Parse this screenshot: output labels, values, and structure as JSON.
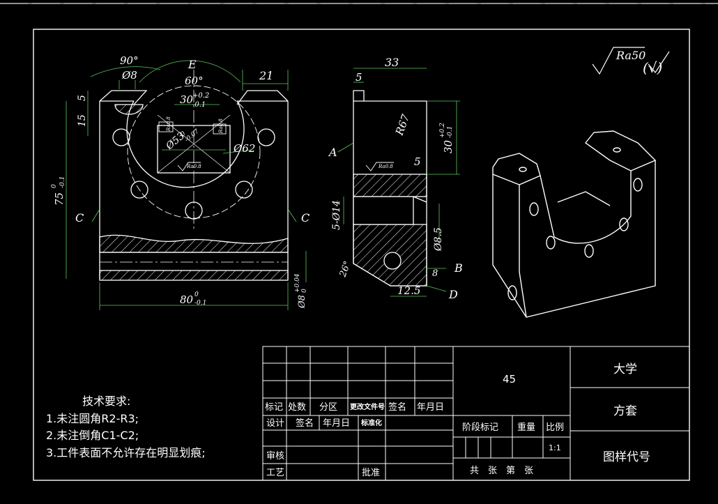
{
  "top_menu_strip": "",
  "views": {
    "front": {
      "dim_90": "90°",
      "dim_d8": "Ø8",
      "label_E": "E",
      "dim_60": "60°",
      "dim_21": "21",
      "dim_5": "5",
      "dim_15": "15",
      "dim_30": "30",
      "dim_30_tol_up": "+0.2",
      "dim_30_tol_dn": "-0.1",
      "dim_d53": "Ø53",
      "dim_d53_tol": "-0.07",
      "dim_d53_tol0": "0",
      "dim_d62": "Ø62",
      "dim_75": "75",
      "dim_75_tol": "-0.1",
      "dim_75_tol0": "0",
      "dim_80": "80",
      "dim_80_tol": "-0.1",
      "dim_80_tol0": "0",
      "dim_d8_bottom": "Ø8",
      "dim_d8_bottom_tol": "+0.04",
      "dim_d8_bottom_tol0": "0",
      "label_C_left": "C",
      "label_C_right": "C",
      "ra_small_1": "Ra0.8",
      "ra_small_2": "Ra0.8",
      "ra_small_3": "Ra0.8"
    },
    "side": {
      "dim_33": "33",
      "dim_5": "5",
      "dim_R67": "R67",
      "dim_30": "30",
      "dim_30_tol_up": "+0.2",
      "dim_30_tol_dn": "-0.1",
      "label_A": "A",
      "ra_small": "Ra0.8",
      "dim_5b": "5",
      "dim_5_d14": "5-Ø14",
      "dim_d8_5": "Ø8.5",
      "dim_26": "26°",
      "dim_8": "8",
      "dim_12_5": "12.5",
      "label_B": "B",
      "label_D": "D"
    },
    "roughness": {
      "label": "Ra50",
      "check": "(√)"
    }
  },
  "tech_req": {
    "title": "技术要求:",
    "items": [
      "1.未注圆角R2-R3;",
      "2.未注倒角C1-C2;",
      "3.工件表面不允许存在明显划痕;"
    ]
  },
  "title_block": {
    "material": "45",
    "school": "大学",
    "drawing_name": "方套",
    "drawing_code": "图样代号",
    "row_headers": [
      "标记",
      "处数",
      "分区",
      "更改文件号",
      "签名",
      "年月日"
    ],
    "design_row": [
      "设计",
      "签名",
      "年月日",
      "标准化"
    ],
    "review": "审核",
    "process": "工艺",
    "approve": "批准",
    "stage_mark": "阶段标记",
    "weight": "重量",
    "scale_label": "比例",
    "scale_value": "1:1",
    "sheet_info": "共　张　第　张"
  }
}
